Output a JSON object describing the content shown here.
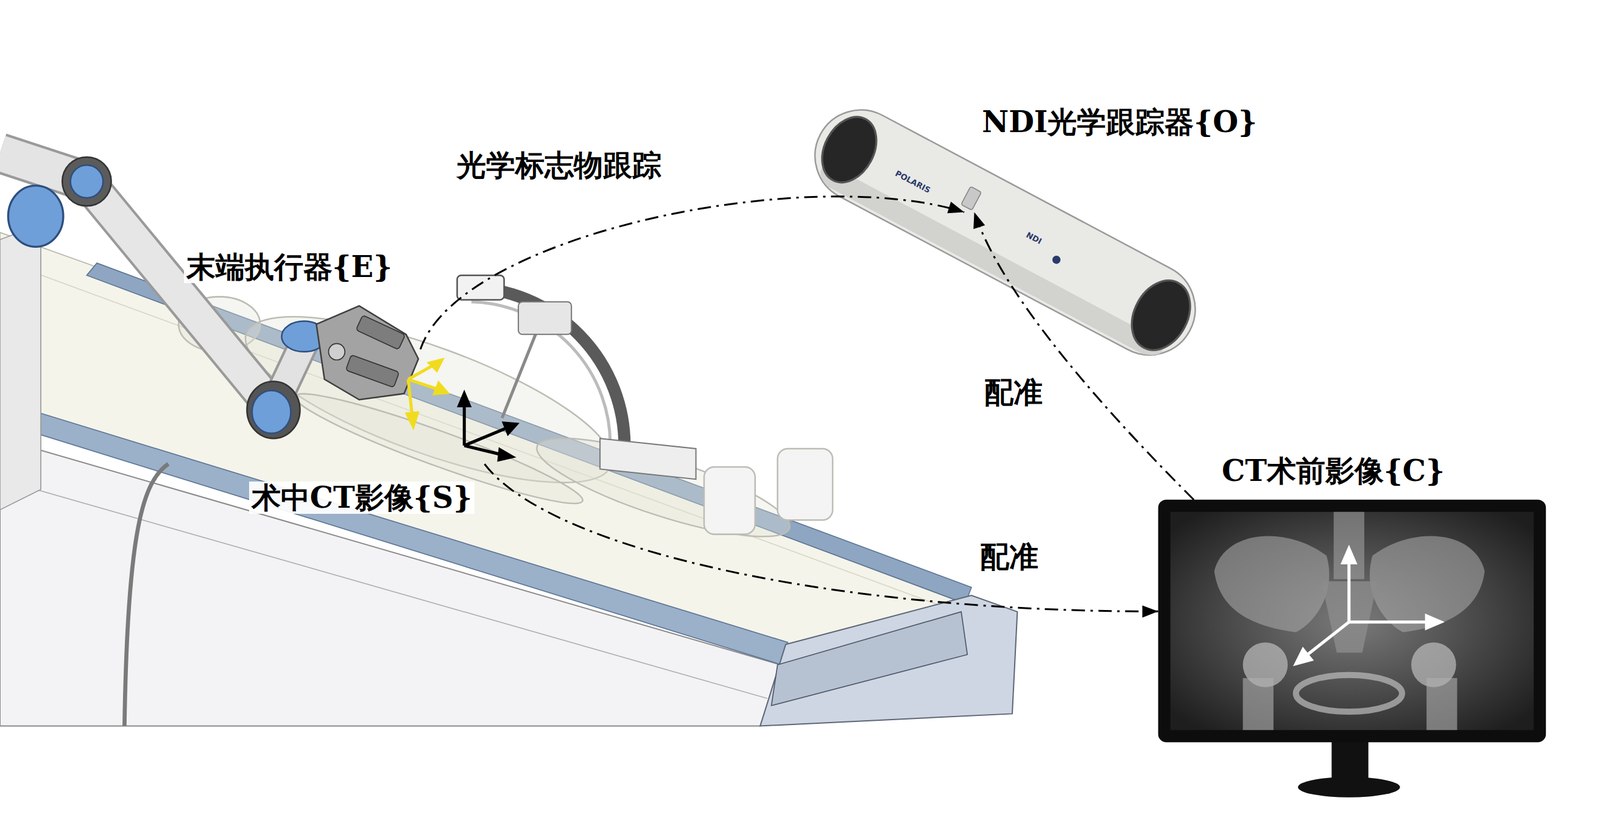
{
  "diagram": {
    "nodes": [
      {
        "text": [
          "NDI光学跟踪器{O}"
        ]
      },
      {
        "text": [
          "末端执行器{E}"
        ]
      },
      {
        "text": [
          "术中CT影像{S}"
        ]
      },
      {
        "text": [
          "CT术前影像{C}"
        ]
      }
    ],
    "edges": [
      {
        "from": 1,
        "to": 0,
        "arrow": "to",
        "label": "光学标志物跟踪"
      },
      {
        "from": 3,
        "to": 0,
        "arrow": "to",
        "label": "配准"
      },
      {
        "from": 2,
        "to": 3,
        "arrow": "to",
        "label": "配准"
      }
    ],
    "labels": [
      "POLARIS",
      "NDI"
    ]
  }
}
